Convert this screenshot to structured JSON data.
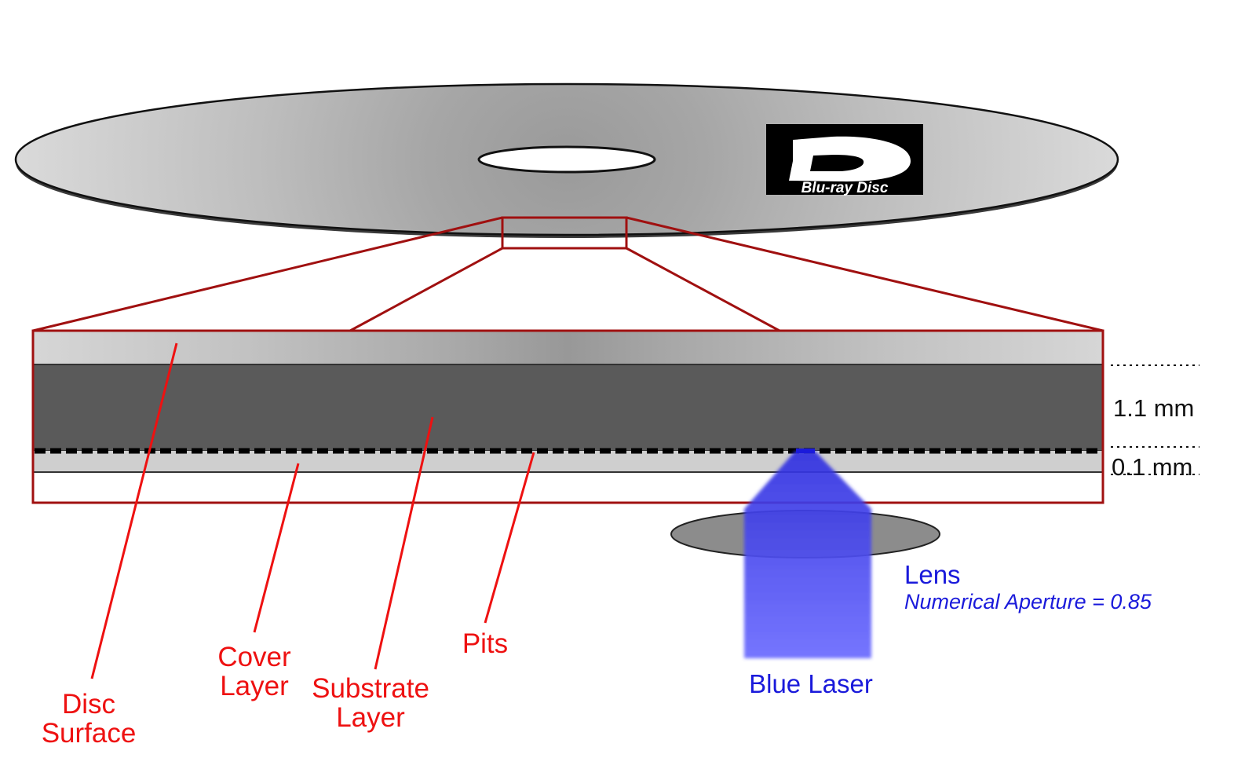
{
  "logo": {
    "text": "Blu-ray Disc"
  },
  "labels": {
    "disc_surface": [
      "Disc",
      "Surface"
    ],
    "cover_layer": [
      "Cover",
      "Layer"
    ],
    "substrate_layer": [
      "Substrate",
      "Layer"
    ],
    "pits": "Pits",
    "blue_laser": "Blue Laser",
    "lens": "Lens",
    "numerical_aperture": "Numerical Aperture = 0.85"
  },
  "dimensions": {
    "substrate_thickness": "1.1 mm",
    "cover_thickness": "0.1 mm"
  },
  "colors": {
    "callout_red": "#ee1111",
    "zoom_outline": "#a01010",
    "laser_blue": "#1a1adb",
    "substrate_gray": "#5a5a5a"
  }
}
